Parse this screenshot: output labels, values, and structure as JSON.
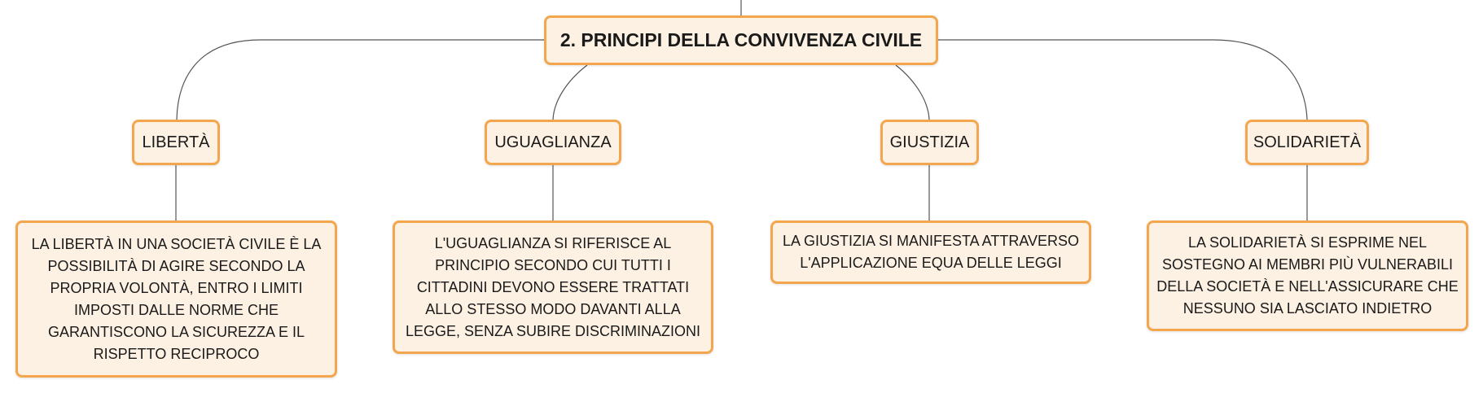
{
  "root": {
    "label": "2. PRINCIPI DELLA CONVIVENZA CIVILE"
  },
  "topics": [
    {
      "label": "LIBERTÀ",
      "description": "LA LIBERTÀ IN UNA SOCIETÀ CIVILE È LA POSSIBILITÀ DI AGIRE SECONDO LA PROPRIA VOLONTÀ, ENTRO I LIMITI IMPOSTI DALLE NORME CHE GARANTISCONO LA SICUREZZA E IL RISPETTO RECIPROCO"
    },
    {
      "label": "UGUAGLIANZA",
      "description": "L'UGUAGLIANZA SI RIFERISCE AL PRINCIPIO SECONDO CUI TUTTI I CITTADINI DEVONO ESSERE TRATTATI ALLO STESSO MODO DAVANTI ALLA LEGGE, SENZA SUBIRE DISCRIMINAZIONI"
    },
    {
      "label": "GIUSTIZIA",
      "description": "LA GIUSTIZIA SI MANIFESTA ATTRAVERSO L'APPLICAZIONE EQUA DELLE LEGGI"
    },
    {
      "label": "SOLIDARIETÀ",
      "description": "LA SOLIDARIETÀ SI ESPRIME NEL SOSTEGNO AI MEMBRI PIÙ VULNERABILI DELLA SOCIETÀ E NELL'ASSICURARE CHE NESSUNO SIA LASCIATO INDIETRO"
    }
  ],
  "colors": {
    "node_fill": "#fdf1e3",
    "node_border": "#f3a64d",
    "connector": "#555555",
    "text": "#1a1a1a"
  }
}
